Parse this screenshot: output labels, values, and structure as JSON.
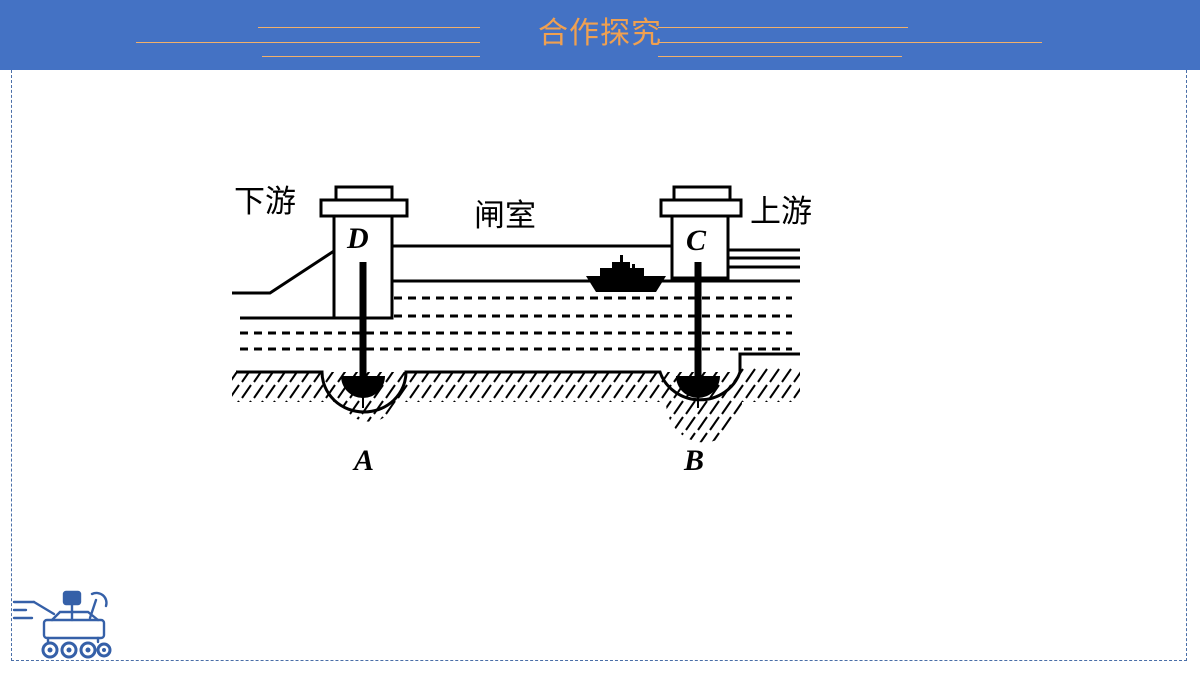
{
  "header": {
    "title": "合作探究"
  },
  "diagram": {
    "downstream_label": "下游",
    "chamber_label": "闸室",
    "upstream_label": "上游",
    "gates": {
      "left": "D",
      "right": "C"
    },
    "valves": {
      "left": "A",
      "right": "B"
    }
  },
  "icons": {
    "corner": "rover-icon",
    "vessel": "ship-icon"
  },
  "colors": {
    "header_bg": "#4472c4",
    "header_text": "#f0a050",
    "frame_border": "#4a6fa8",
    "icon_blue": "#3560a8"
  }
}
